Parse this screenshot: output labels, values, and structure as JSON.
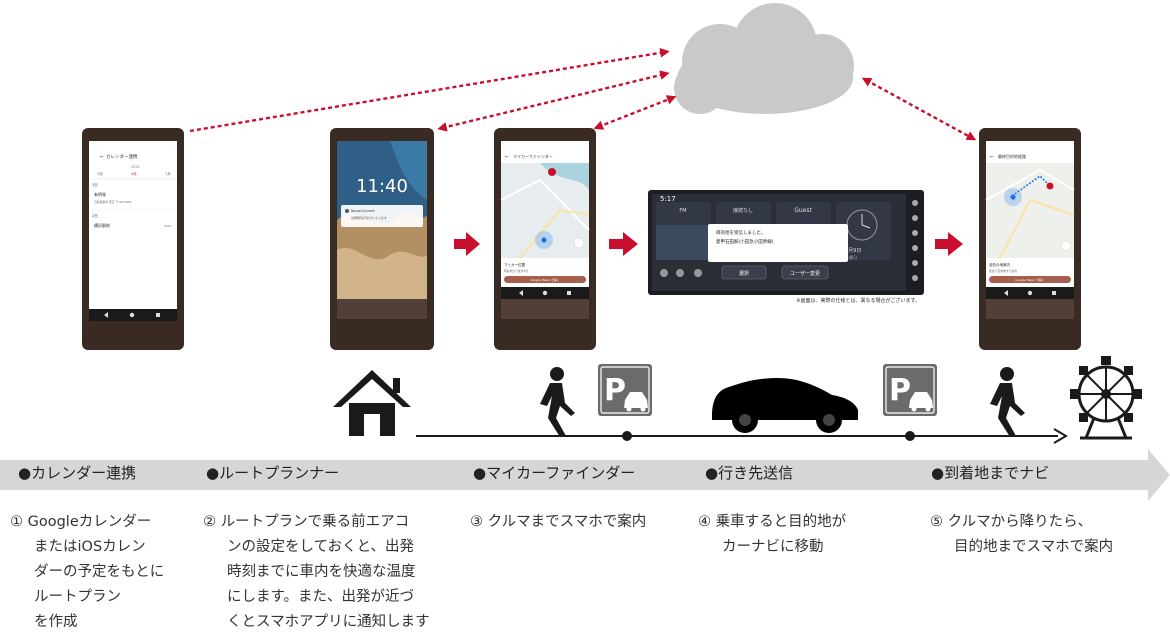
{
  "phone1": {
    "title": "カレンダー連携",
    "year": "2021",
    "tabs": [
      "1月",
      "4月",
      "7月"
    ],
    "day": "1日",
    "event_title": "有明発",
    "event_detail": "日産自動車 東京 〒104-0061",
    "day2": "2日",
    "event2": "横浜駅前",
    "event2_time": "9:00"
  },
  "phone2": {
    "clock": "11:40",
    "notif_app": "NissanConnect",
    "notif_text": "出発時刻が近づいています"
  },
  "phone3": {
    "title": "マイカーファインダー",
    "label": "マイカー位置",
    "sub": "現在地から徒歩5分",
    "button": "Google Maps で開く"
  },
  "car_screen": {
    "time": "5:17",
    "tile1": "FM",
    "tile2": "接続なし",
    "tile3": "Guest",
    "msg1": "目的地を受信しました。",
    "msg2": "愛甲石田駅(小田急小田原線)",
    "btn1": "選択",
    "btn2": "ユーザー変更",
    "date": "2月9日",
    "day": "火曜日",
    "note": "※画面は、実際の仕様とは、異なる場合がございます。"
  },
  "phone5": {
    "title": "最終目的地経路",
    "label": "目的の地案内",
    "sub": "徒歩で目的地まで案内",
    "button": "Google Maps で開く"
  },
  "icons": {
    "parking_letter": "P"
  },
  "features": [
    {
      "label": "●カレンダー連携"
    },
    {
      "label": "●ルートプランナー"
    },
    {
      "label": "●マイカーファインダー"
    },
    {
      "label": "●行き先送信"
    },
    {
      "label": "●到着地までナビ"
    }
  ],
  "descriptions": [
    {
      "lines": [
        "① Googleカレンダー",
        "またはiOSカレン",
        "ダーの予定をもとに",
        "ルートプラン",
        "を作成"
      ]
    },
    {
      "lines": [
        "② ルートプランで乗る前エアコ",
        "ンの設定をしておくと、出発",
        "時刻までに車内を快適な温度",
        "にします。また、出発が近づ",
        "くとスマホアプリに通知します"
      ]
    },
    {
      "lines": [
        "③ クルマまでスマホで案内"
      ]
    },
    {
      "lines": [
        "④ 乗車すると目的地が",
        "カーナビに移動"
      ]
    },
    {
      "lines": [
        "⑤ クルマから降りたら、",
        "目的地までスマホで案内"
      ]
    }
  ],
  "colors": {
    "accent_red": "#c8102e",
    "phone_body": "#3a2a24",
    "cloud": "#c9c9c9",
    "band": "#d6d6d6"
  }
}
